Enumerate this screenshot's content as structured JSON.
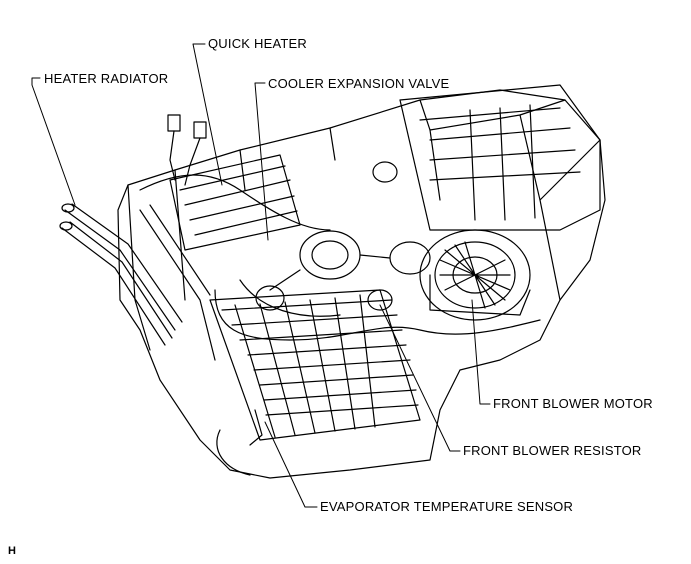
{
  "labels": {
    "quick_heater": "QUICK HEATER",
    "heater_radiator": "HEATER RADIATOR",
    "cooler_expansion_valve": "COOLER EXPANSION VALVE",
    "front_blower_motor": "FRONT BLOWER MOTOR",
    "front_blower_resistor": "FRONT BLOWER RESISTOR",
    "evaporator_temperature_sensor": "EVAPORATOR TEMPERATURE SENSOR"
  },
  "figure_id": "H"
}
